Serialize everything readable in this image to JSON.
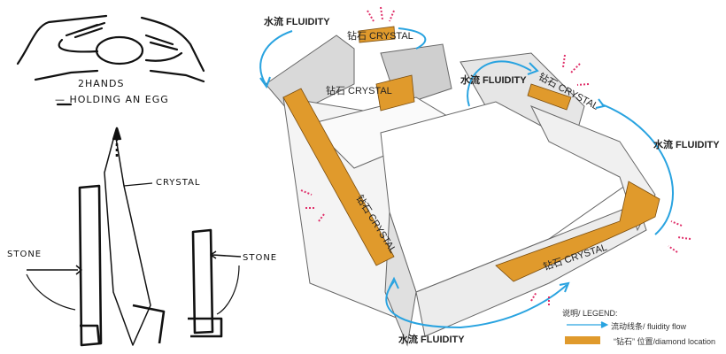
{
  "sketch": {
    "egg_caption_1": "2HANDS",
    "egg_caption_2": "— HOLDING AN EGG",
    "crystal": "CRYSTAL",
    "stone_left": "STONE",
    "stone_right": "STONE"
  },
  "diagram": {
    "labels": {
      "fluidity_top": "水流 FLUIDITY",
      "crystal_top": "钻石 CRYSTAL",
      "crystal_mid": "钻石 CRYSTAL",
      "fluidity_mid": "水流 FLUIDITY",
      "crystal_right": "钻石 CRYSTAL",
      "fluidity_right": "水流 FLUIDITY",
      "crystal_left_band": "钻石 CRYSTAL",
      "crystal_front": "钻石 CRYSTAL",
      "fluidity_bottom": "水流 FLUIDITY"
    },
    "colors": {
      "crystal": "#e09a2c",
      "flow": "#29a3e0",
      "accent": "#e0306a"
    }
  },
  "legend": {
    "title": "说明/ LEGEND:",
    "flow_label": "流动线条/ fluidity flow",
    "diamond_label": "“钻石” 位置/diamond location"
  }
}
